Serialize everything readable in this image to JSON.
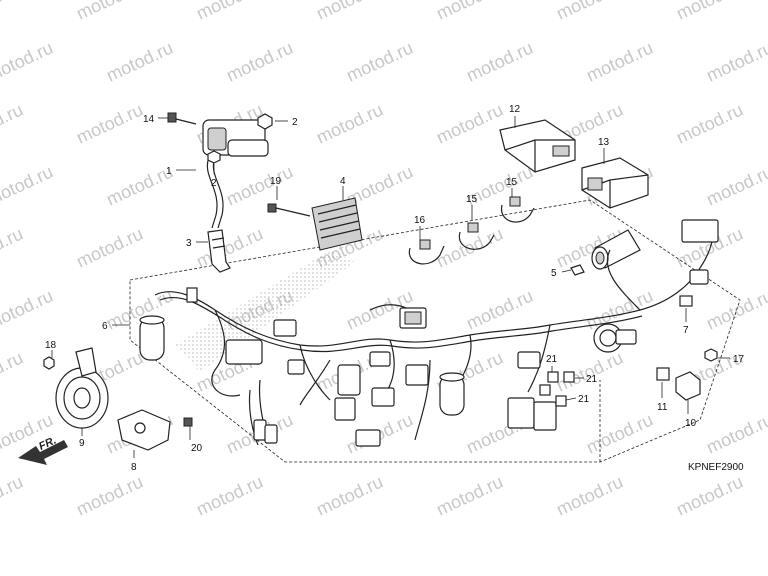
{
  "watermark": "motod.ru",
  "diagram_code": "KPNEF2900",
  "direction_label": "FR.",
  "callouts": [
    "14",
    "2",
    "1",
    "2",
    "3",
    "19",
    "4",
    "12",
    "13",
    "16",
    "15",
    "15",
    "5",
    "6",
    "7",
    "18",
    "9",
    "8",
    "20",
    "17",
    "21",
    "21",
    "21",
    "11",
    "10"
  ],
  "colors": {
    "ink": "#222222",
    "watermark": "#c8c8c8",
    "background": "#ffffff"
  }
}
